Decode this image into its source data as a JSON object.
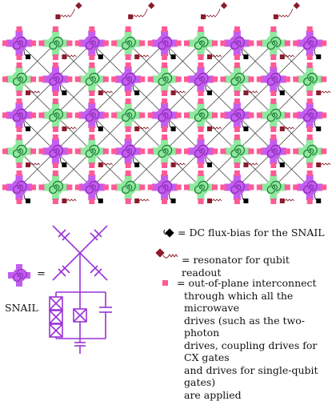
{
  "colors": {
    "purple": "#c35df0",
    "purple_dark": "#8a2bb5",
    "green": "#8fe89f",
    "green_dark": "#1c7a33",
    "pink": "#ff5a96",
    "maroon": "#8b1c2d",
    "line": "#333333",
    "circuit": "#9a32d6"
  },
  "lattice": {
    "rows": [
      [
        "P",
        "G",
        "P",
        "G",
        "P",
        "G",
        "P",
        "G",
        "P"
      ],
      [
        "G",
        "P",
        "G",
        "P",
        "G",
        "P",
        "G",
        "P",
        "G"
      ],
      [
        "P",
        "G",
        "P",
        "G",
        "P",
        "G",
        "P",
        "G",
        "P"
      ],
      [
        "G",
        "P",
        "G",
        "P",
        "G",
        "P",
        "G",
        "P",
        "G"
      ],
      [
        "P",
        "G",
        "P",
        "G",
        "P",
        "G",
        "P",
        "G",
        "P"
      ]
    ]
  },
  "legend": {
    "flux_bias_text": "= DC flux-bias for the SNAIL",
    "resonator_text": "= resonator for qubit readout",
    "interconnect_lines": [
      "= out-of-plane interconnect",
      "through which all the microwave",
      "drives (such as the two-photon",
      "drives, coupling drives for CX gates",
      "and drives for single-qubit gates)",
      "are applied"
    ],
    "flux_bias_icon": "flux-bias-diamond-icon",
    "resonator_icon": "resonator-squiggle-icon",
    "interconnect_icon": "pink-square-icon"
  },
  "snail": {
    "label": "SNAIL",
    "equals": "="
  }
}
